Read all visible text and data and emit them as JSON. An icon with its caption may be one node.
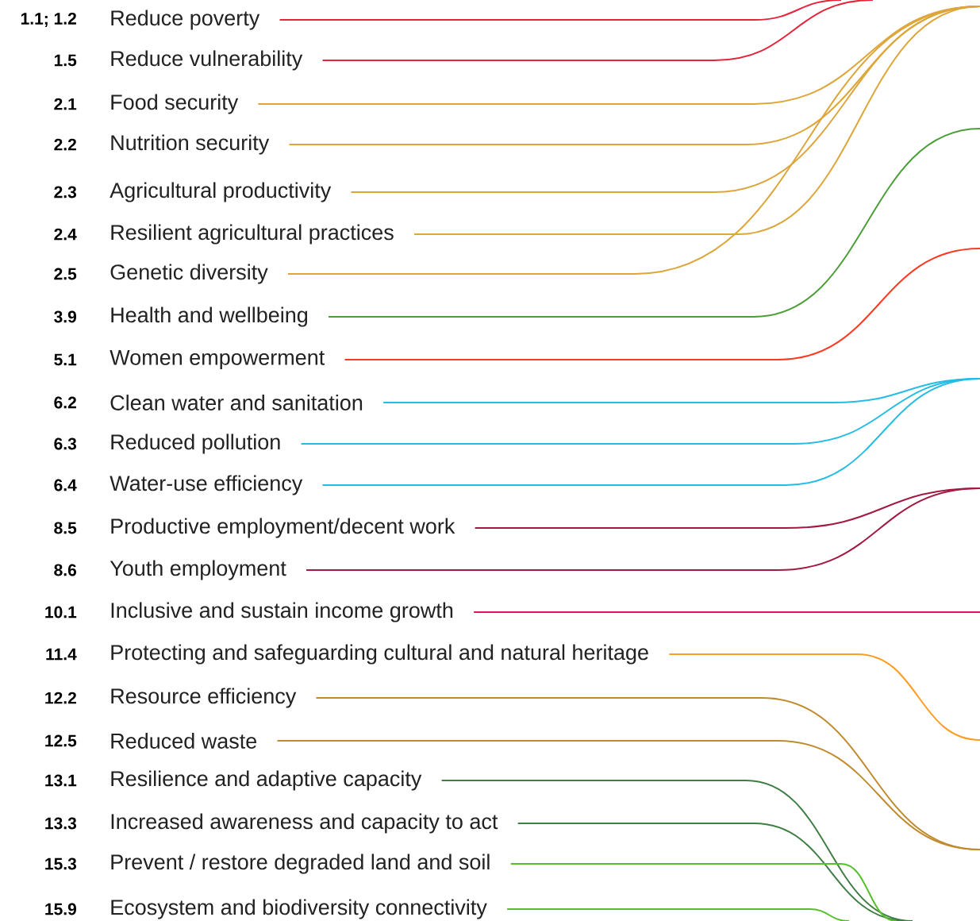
{
  "diagram": {
    "nodes": [
      {
        "text": [
          "Reduce poverty"
        ],
        "beside": [
          "1.1; 1.2"
        ]
      },
      {
        "text": [
          "Reduce vulnerability"
        ],
        "beside": [
          "1.5"
        ]
      },
      {
        "text": [
          "Food security"
        ],
        "beside": [
          "2.1"
        ]
      },
      {
        "text": [
          "Nutrition security"
        ],
        "beside": [
          "2.2"
        ]
      },
      {
        "text": [
          "Agricultural productivity"
        ],
        "beside": [
          "2.3"
        ]
      },
      {
        "text": [
          "Resilient agricultural practices"
        ],
        "beside": [
          "2.4"
        ]
      },
      {
        "text": [
          "Genetic diversity"
        ],
        "beside": [
          "2.5"
        ]
      },
      {
        "text": [
          "Health and wellbeing"
        ],
        "beside": [
          "3.9"
        ]
      },
      {
        "text": [
          "Women empowerment"
        ],
        "beside": [
          "5.1"
        ]
      },
      {
        "text": [
          "Clean water and sanitation"
        ],
        "beside": [
          "6.2"
        ]
      },
      {
        "text": [
          "Reduced pollution"
        ],
        "beside": [
          "6.3"
        ]
      },
      {
        "text": [
          "Water-use efficiency"
        ],
        "beside": [
          "6.4"
        ]
      },
      {
        "text": [
          "Productive employment/decent work"
        ],
        "beside": [
          "8.5"
        ]
      },
      {
        "text": [
          "Youth employment"
        ],
        "beside": [
          "8.6"
        ]
      },
      {
        "text": [
          "Inclusive and sustain income growth"
        ],
        "beside": [
          "10.1"
        ]
      },
      {
        "text": [
          "Protecting and safeguarding cultural and natural heritage"
        ],
        "beside": [
          "11.4"
        ]
      },
      {
        "text": [
          "Resource efficiency"
        ],
        "beside": [
          "12.2"
        ]
      },
      {
        "text": [
          "Reduced waste"
        ],
        "beside": [
          "12.5"
        ]
      },
      {
        "text": [
          "Resilience and adaptive capacity"
        ],
        "beside": [
          "13.1"
        ]
      },
      {
        "text": [
          "Increased awareness and capacity to act"
        ],
        "beside": [
          "13.3"
        ]
      },
      {
        "text": [
          "Prevent / restore degraded land and soil"
        ],
        "beside": [
          "15.3"
        ]
      },
      {
        "text": [
          "Ecosystem and biodiversity connectivity"
        ],
        "beside": [
          "15.9"
        ]
      }
    ],
    "edges": [
      {
        "from": 0,
        "to": null,
        "arrow": "none",
        "color": "#e5243b"
      },
      {
        "from": 1,
        "to": null,
        "arrow": "none",
        "color": "#e5243b"
      },
      {
        "from": 2,
        "to": null,
        "arrow": "none",
        "color": "#dda63a"
      },
      {
        "from": 3,
        "to": null,
        "arrow": "none",
        "color": "#dda63a"
      },
      {
        "from": 4,
        "to": null,
        "arrow": "none",
        "color": "#dda63a"
      },
      {
        "from": 5,
        "to": null,
        "arrow": "none",
        "color": "#dda63a"
      },
      {
        "from": 6,
        "to": null,
        "arrow": "none",
        "color": "#dda63a"
      },
      {
        "from": 7,
        "to": null,
        "arrow": "none",
        "color": "#4c9f38"
      },
      {
        "from": 8,
        "to": null,
        "arrow": "none",
        "color": "#ff3a21"
      },
      {
        "from": 9,
        "to": null,
        "arrow": "none",
        "color": "#26bde2"
      },
      {
        "from": 10,
        "to": null,
        "arrow": "none",
        "color": "#26bde2"
      },
      {
        "from": 11,
        "to": null,
        "arrow": "none",
        "color": "#26bde2"
      },
      {
        "from": 12,
        "to": null,
        "arrow": "none",
        "color": "#a21942"
      },
      {
        "from": 13,
        "to": null,
        "arrow": "none",
        "color": "#a21942"
      },
      {
        "from": 14,
        "to": null,
        "arrow": "none",
        "color": "#dd1367"
      },
      {
        "from": 15,
        "to": null,
        "arrow": "none",
        "color": "#fd9d24"
      },
      {
        "from": 16,
        "to": null,
        "arrow": "none",
        "color": "#bf8b2e"
      },
      {
        "from": 17,
        "to": null,
        "arrow": "none",
        "color": "#bf8b2e"
      },
      {
        "from": 18,
        "to": null,
        "arrow": "none",
        "color": "#3f7e44"
      },
      {
        "from": 19,
        "to": null,
        "arrow": "none",
        "color": "#3f7e44"
      },
      {
        "from": 20,
        "to": null,
        "arrow": "none",
        "color": "#56c02b"
      },
      {
        "from": 21,
        "to": null,
        "arrow": "none",
        "color": "#56c02b"
      }
    ]
  }
}
